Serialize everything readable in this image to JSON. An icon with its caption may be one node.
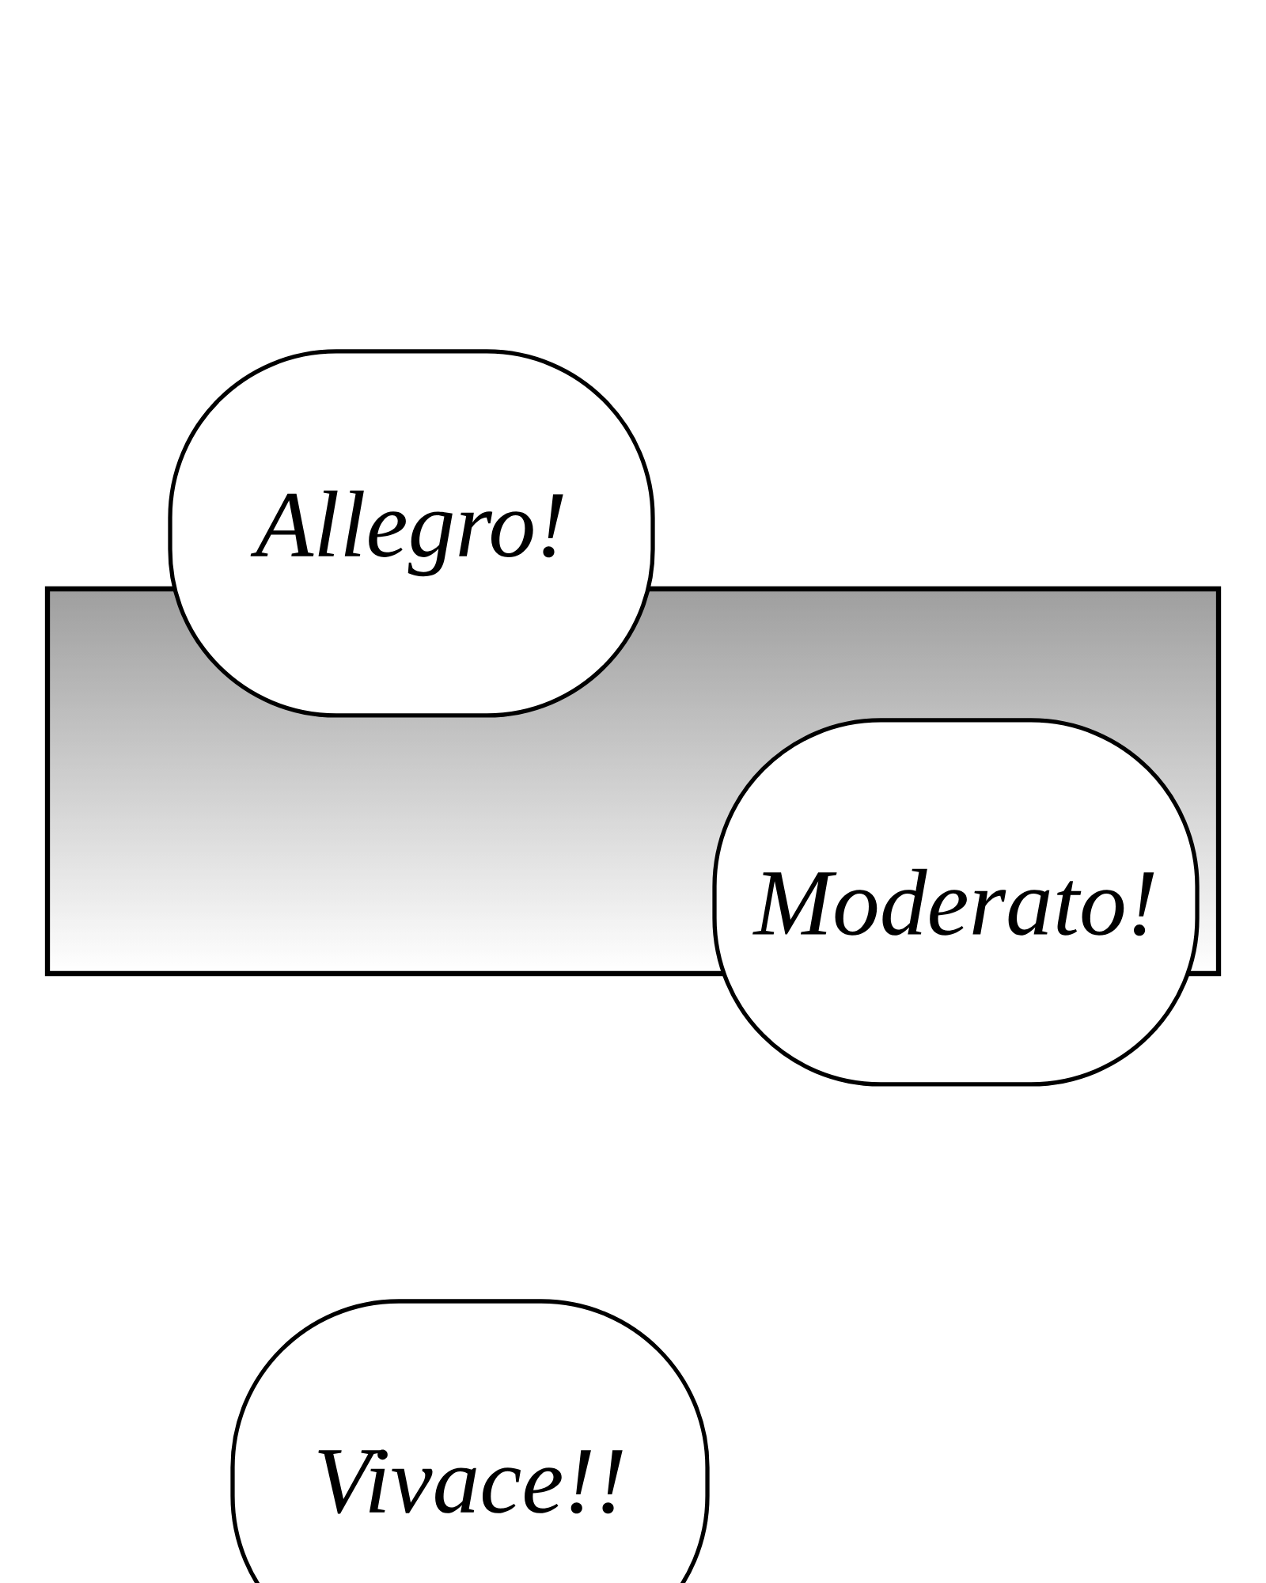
{
  "diagram": {
    "nodes": [
      {
        "text": [
          "Allegro!"
        ]
      },
      {
        "text": [
          "Moderato!"
        ]
      },
      {
        "text": [
          "Vivace!!"
        ]
      }
    ]
  }
}
